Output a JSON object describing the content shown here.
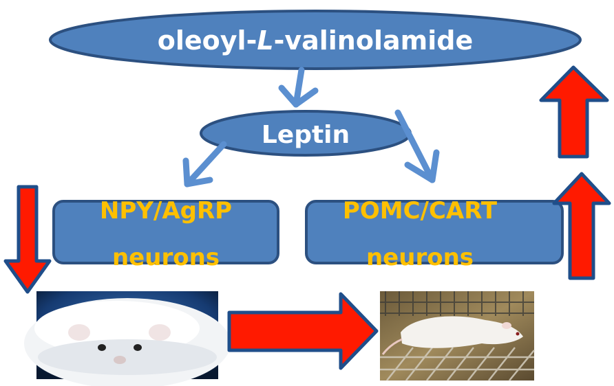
{
  "nodes": {
    "compound": {
      "prefix": "oleoyl-",
      "italic": "L",
      "suffix": "-valinolamide"
    },
    "hormone": {
      "label": "Leptin"
    },
    "npy": {
      "line1": "NPY/AgRP",
      "line2": "neurons"
    },
    "pomc": {
      "line1": "POMC/CART",
      "line2": "neurons"
    }
  },
  "images": {
    "obese_mouse": "obese white mouse (photo)",
    "lean_mouse": "lean white mouse on wire cage floor (photo)"
  },
  "colors": {
    "node_fill": "#4f81bd",
    "node_stroke": "#2c5080",
    "blue_arrow": "#5b8fd0",
    "red_arrow": "#ff1a00",
    "red_arrow_stroke": "#1f4e8a",
    "node_text": "#ffffff",
    "neuron_text": "#ffc000"
  }
}
